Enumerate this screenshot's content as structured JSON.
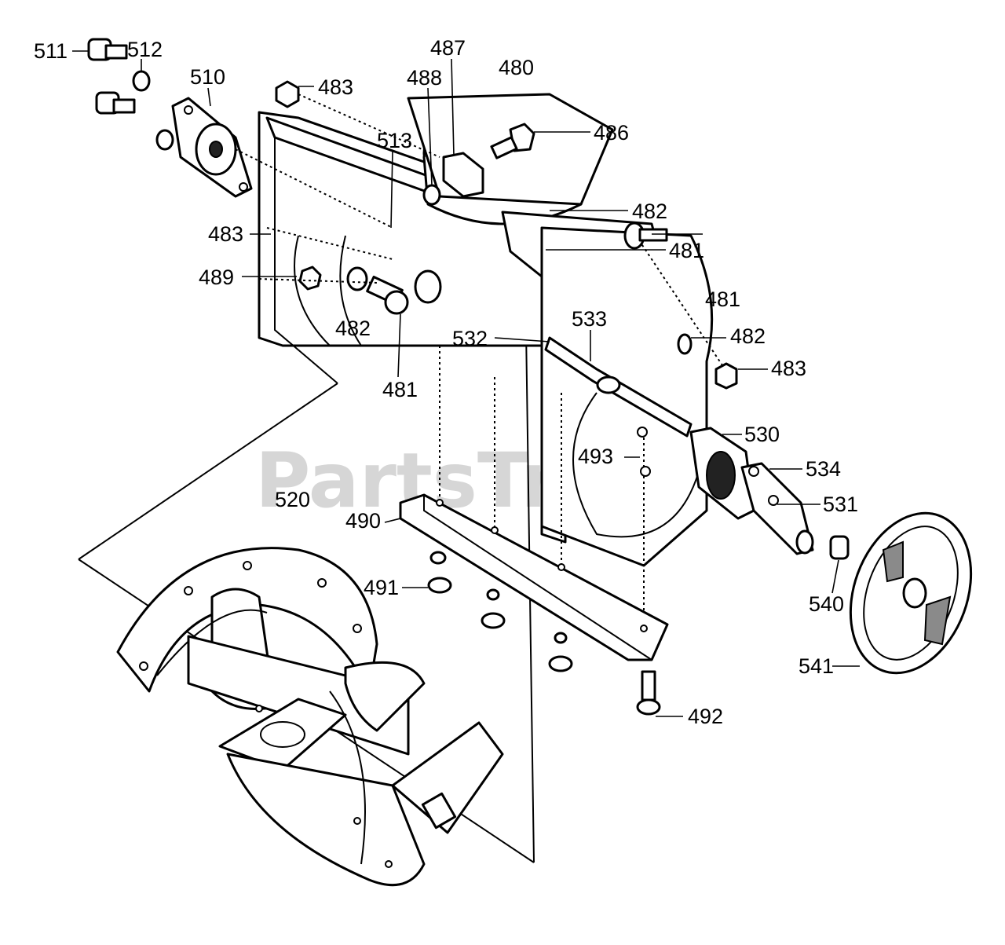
{
  "watermark": "PartsTree",
  "part_labels": {
    "p511": "511",
    "p512": "512",
    "p510": "510",
    "p483a": "483",
    "p488": "488",
    "p487": "487",
    "p480": "480",
    "p486": "486",
    "p513": "513",
    "p482a": "482",
    "p481a": "481",
    "p483b": "483",
    "p489": "489",
    "p482b": "482",
    "p481b": "481",
    "p532": "532",
    "p533": "533",
    "p481c": "481",
    "p482c": "482",
    "p483c": "483",
    "p530": "530",
    "p534": "534",
    "p531": "531",
    "p493": "493",
    "p520": "520",
    "p490": "490",
    "p491": "491",
    "p540": "540",
    "p541": "541",
    "p492": "492"
  }
}
